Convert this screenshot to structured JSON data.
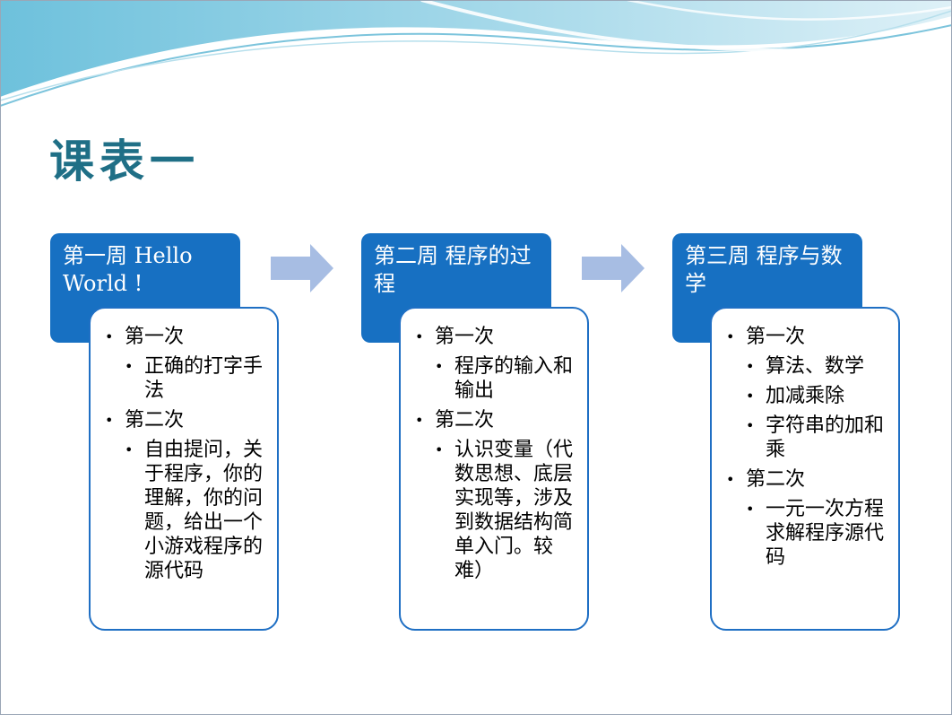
{
  "title": "课表一",
  "colors": {
    "header_fill": "#1770c2",
    "card_border": "#1f6fc4",
    "title_color": "#1f6f86",
    "arrow_fill": "#a7bde3"
  },
  "weeks": [
    {
      "title": "第一周 Hello World !",
      "sessions": [
        {
          "label": "第一次",
          "items": [
            "正确的打字手法"
          ]
        },
        {
          "label": "第二次",
          "items": [
            "自由提问，关于程序，你的理解，你的问题，给出一个小游戏程序的源代码"
          ]
        }
      ]
    },
    {
      "title": "第二周 程序的过程",
      "sessions": [
        {
          "label": "第一次",
          "items": [
            "程序的输入和输出"
          ]
        },
        {
          "label": "第二次",
          "items": [
            "认识变量（代数思想、底层实现等，涉及到数据结构简单入门。较难）"
          ]
        }
      ]
    },
    {
      "title": "第三周 程序与数学",
      "sessions": [
        {
          "label": "第一次",
          "items": [
            "算法、数学",
            "加减乘除",
            "字符串的加和乘"
          ]
        },
        {
          "label": "第二次",
          "items": [
            "一元一次方程求解程序源代码"
          ]
        }
      ]
    }
  ]
}
